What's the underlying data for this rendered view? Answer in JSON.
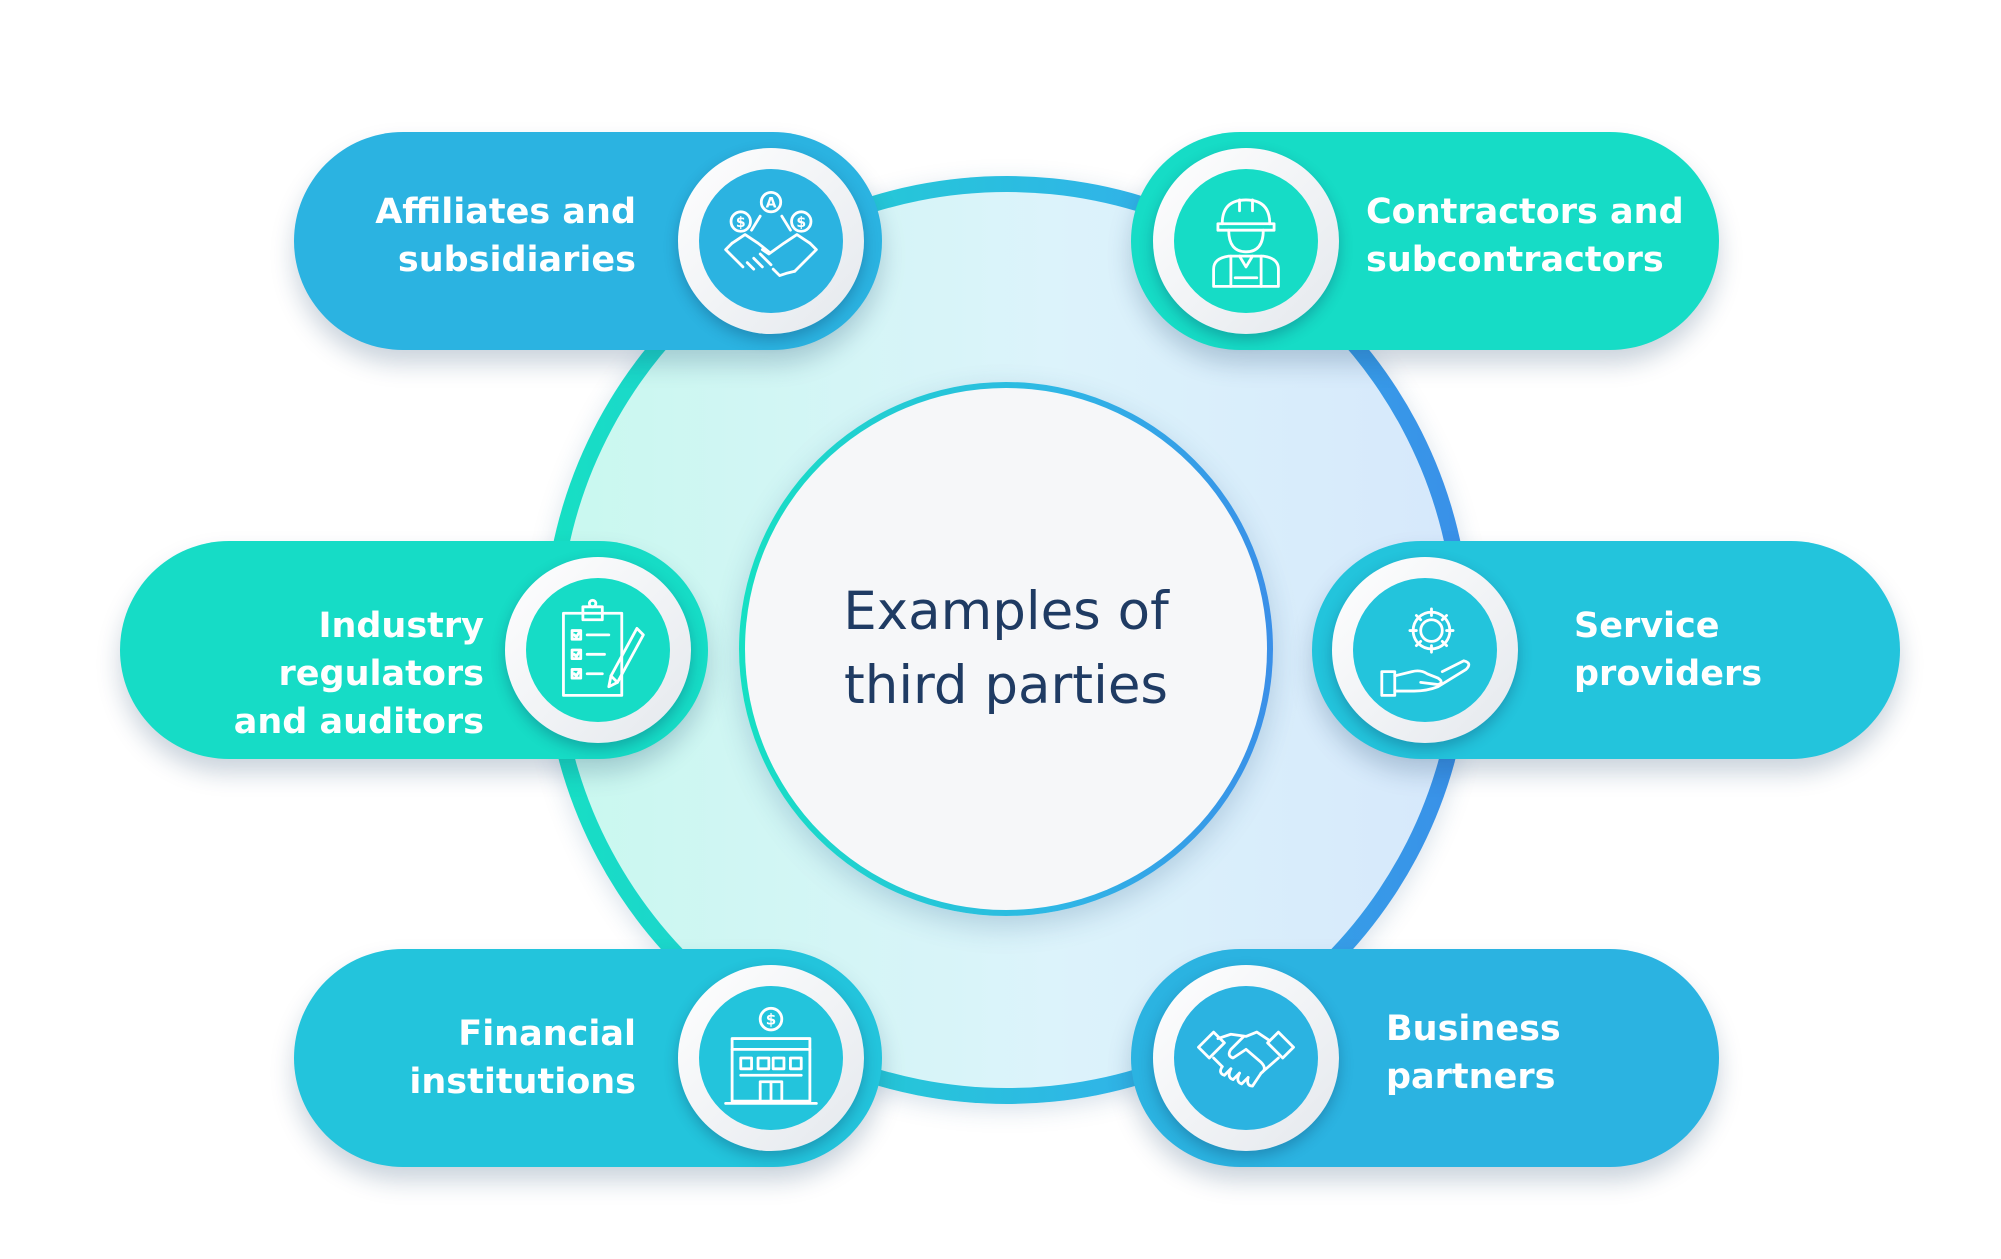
{
  "center": {
    "title": "Examples of\nthird parties"
  },
  "items": [
    {
      "label": "Affiliates and\nsubsidiaries",
      "icon": "handshake-money-icon",
      "color": "#2bb3e1"
    },
    {
      "label": "Contractors and\nsubcontractors",
      "icon": "worker-helmet-icon",
      "color": "#16dcc6"
    },
    {
      "label": "Industry regulators\nand auditors",
      "icon": "clipboard-checklist-icon",
      "color": "#16dcc6"
    },
    {
      "label": "Service\nproviders",
      "icon": "hand-gear-icon",
      "color": "#23c4dc"
    },
    {
      "label": "Financial\ninstitutions",
      "icon": "bank-building-icon",
      "color": "#23c4dc"
    },
    {
      "label": "Business\npartners",
      "icon": "handshake-icon",
      "color": "#2bb3e1"
    }
  ],
  "icon_glyphs": {
    "dollar": "$",
    "person": "A"
  }
}
